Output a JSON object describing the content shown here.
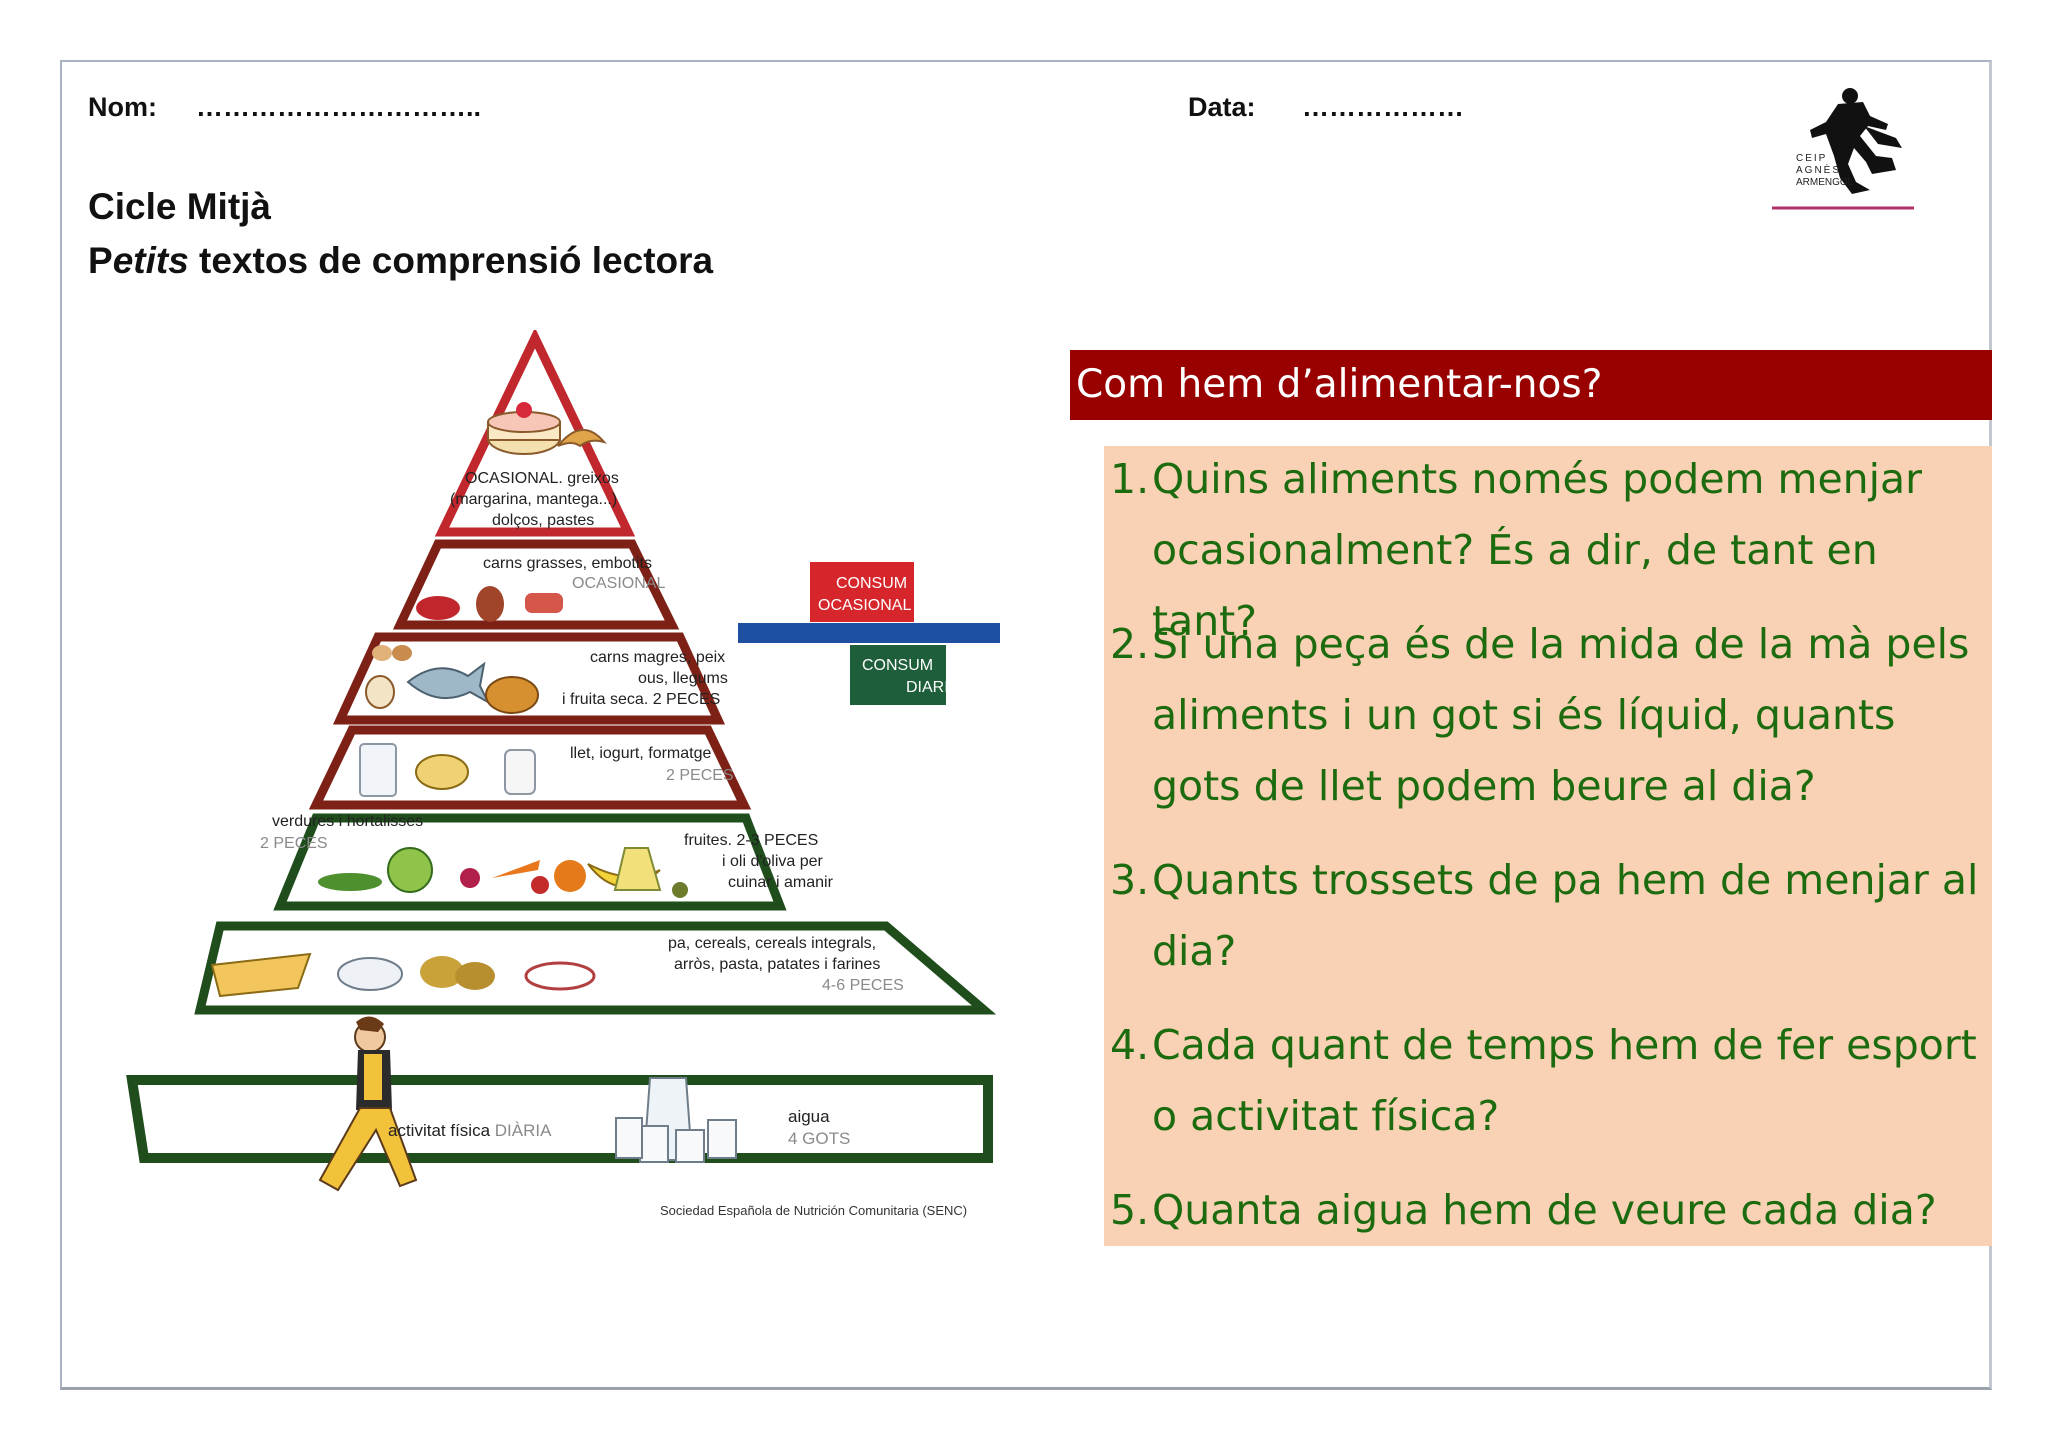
{
  "header": {
    "name_label": "Nom:",
    "name_dots": "…………………………..",
    "date_label": "Data:",
    "date_dots": "………………",
    "title_line1": "Cicle Mitjà",
    "title_line2_prefix": "P",
    "title_line2_italic": "etits",
    "title_line2_rest": " textos de comprensió lectora"
  },
  "logo": {
    "line1": "CEIP",
    "line2": "AGNÈS",
    "line3": "ARMENGOL"
  },
  "pyramid": {
    "tier1": [
      "OCASIONAL. greixos",
      "(margarina, mantega...)",
      "dolços, pastes"
    ],
    "tier2": [
      "carns grasses, embotits",
      "OCASIONAL"
    ],
    "tier3": [
      "carns magres, peix",
      "ous, llegums",
      "i fruita seca. 2 PECES"
    ],
    "tier4": [
      "llet, iogurt, formatge",
      "2 PECES"
    ],
    "tier5_left": [
      "verdures i hortalisses",
      "2 PECES"
    ],
    "tier5_right": [
      "fruites. 2-3 PECES",
      "i oli d'oliva per",
      "cuinar i amanir"
    ],
    "tier6": [
      "pa, cereals, cereals integrals,",
      "arròs, pasta, patates i farines",
      "4-6 PECES"
    ],
    "consum_ocasional": [
      "CONSUM",
      "OCASIONAL"
    ],
    "consum_diari": [
      "CONSUM",
      "DIARI"
    ],
    "activity": [
      "activitat física",
      "DIÀRIA"
    ],
    "water": [
      "aigua",
      "4 GOTS"
    ],
    "source": "Sociedad Española de Nutrición Comunitaria (SENC)"
  },
  "section": {
    "title": "Com hem d’alimentar-nos?"
  },
  "questions": [
    {
      "num": "1.",
      "text": "Quins aliments només podem menjar ocasionalment? És a dir, de tant en tant?"
    },
    {
      "num": "2.",
      "text": "Si una peça és de la mida de la mà pels aliments i un got si és líquid, quants gots de llet podem beure al dia?"
    },
    {
      "num": "3.",
      "text": "Quants trossets de pa hem de menjar al dia?"
    },
    {
      "num": "4.",
      "text": "Cada quant de temps hem de fer esport o activitat física?"
    },
    {
      "num": "5.",
      "text": "Quanta aigua hem de veure cada dia?"
    }
  ],
  "colors": {
    "banner": "#990000",
    "question_bg": "#f9d2b6",
    "question_text": "#1d6b0f"
  }
}
